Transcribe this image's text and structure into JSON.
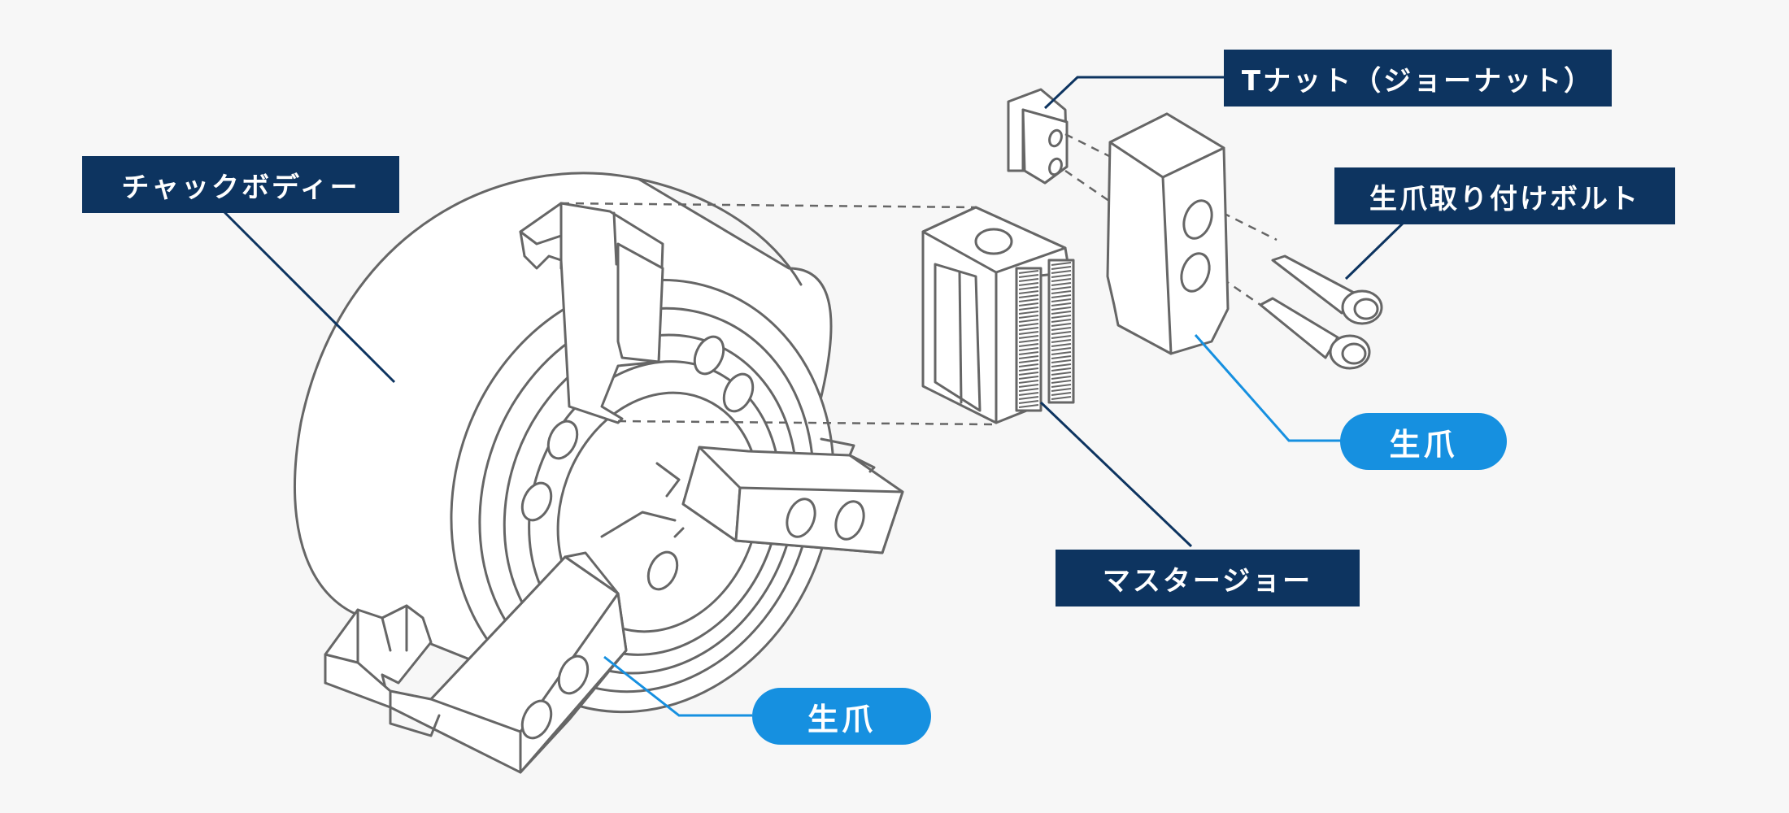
{
  "colors": {
    "label_dark": "#0d3460",
    "label_blue": "#1690e0",
    "line": "#666666",
    "background": "#f7f7f7"
  },
  "labels": {
    "chuck_body": "チャックボディー",
    "t_nut": "Tナット（ジョーナット）",
    "soft_jaw_bolt": "生爪取り付けボルト",
    "soft_jaw_right": "生爪",
    "master_jaw": "マスタージョー",
    "soft_jaw_bottom": "生爪"
  }
}
